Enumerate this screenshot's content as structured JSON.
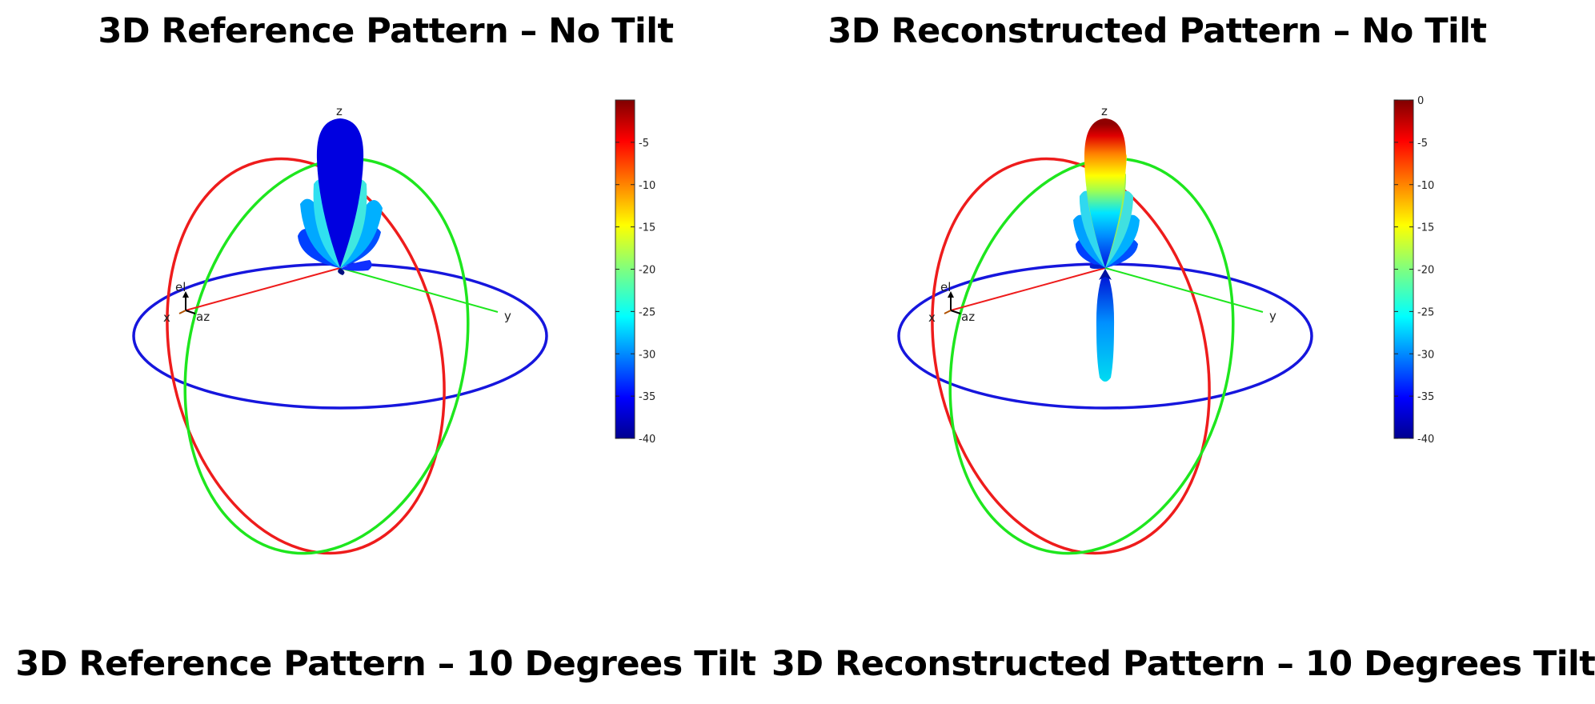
{
  "titles": {
    "top_left": "3D Reference Pattern – No Tilt",
    "top_right": "3D Reconstructed Pattern – No Tilt",
    "bottom_left": "3D Reference Pattern – 10 Degrees Tilt",
    "bottom_right": "3D Reconstructed Pattern – 10 Degrees Tilt"
  },
  "axes": {
    "x": "x",
    "y": "y",
    "z": "z",
    "el": "el",
    "az": "az"
  },
  "colorbar": {
    "min": -40,
    "max": 0,
    "colormap": "jet",
    "left_ticks": [
      "-5",
      "-10",
      "-15",
      "-20",
      "-25",
      "-30",
      "-35",
      "-40"
    ],
    "right_ticks": [
      "0",
      "-5",
      "-10",
      "-15",
      "-20",
      "-25",
      "-30",
      "-35",
      "-40"
    ]
  },
  "colors": {
    "x_circle": "#ee1c1c",
    "y_circle": "#1ee61e",
    "xy_circle": "#1616dd",
    "z_axis": "#1616dd"
  },
  "patterns": {
    "left": "reference",
    "right": "reconstructed"
  }
}
